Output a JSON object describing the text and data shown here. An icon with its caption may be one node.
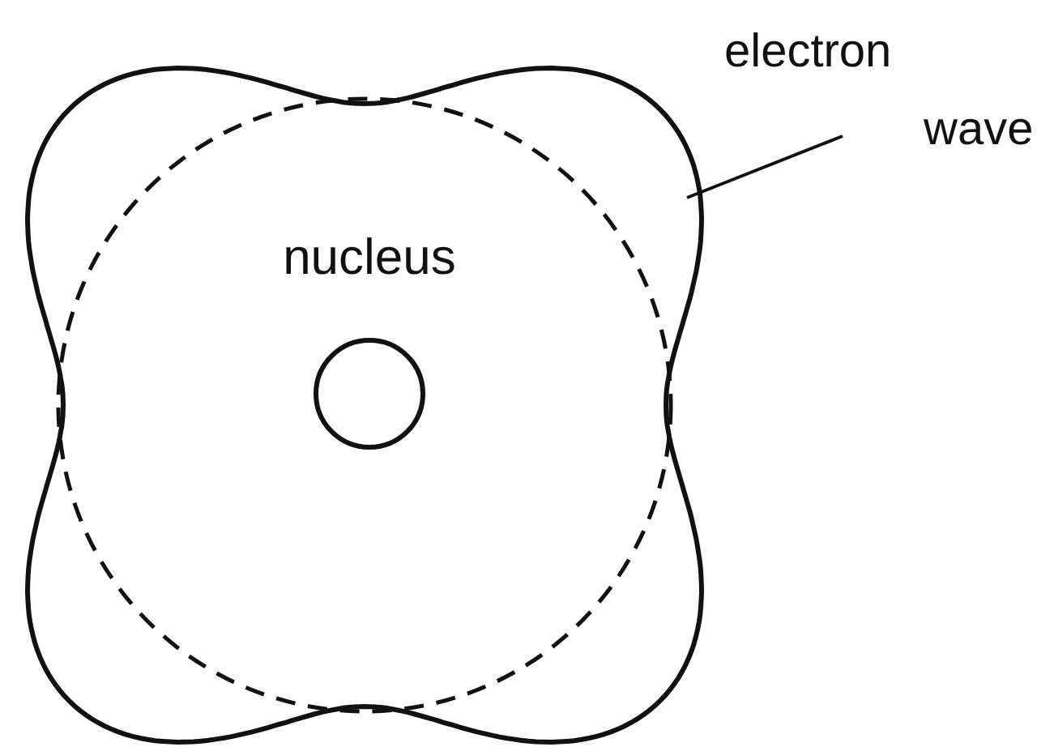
{
  "diagram": {
    "nodes": [
      {
        "text": [
          "electron wave"
        ]
      },
      {
        "text": [],
        "shape": "cloud"
      },
      {
        "text": [
          "nucleus"
        ],
        "in": 1
      }
    ],
    "edges": [
      {
        "from": 0,
        "to": 1,
        "arrow": "none"
      }
    ]
  }
}
